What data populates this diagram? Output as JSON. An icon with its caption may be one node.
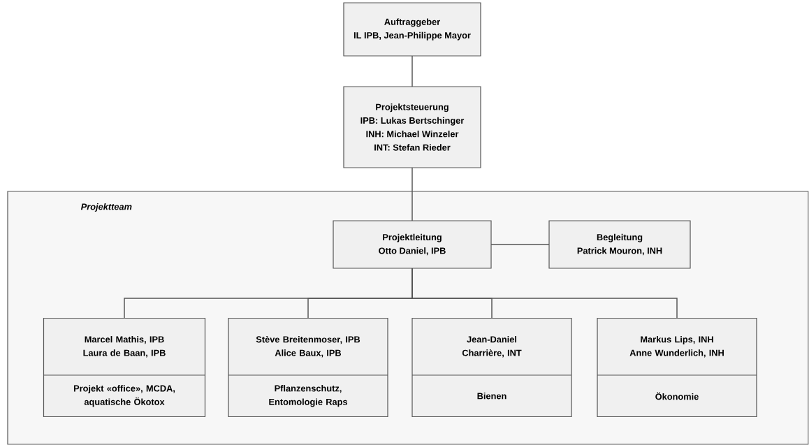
{
  "diagram": {
    "nodes": [
      {
        "text": [
          "Auftraggeber",
          "IL IPB, Jean-Philippe Mayor"
        ]
      },
      {
        "text": [
          "Projektsteuerung",
          "IPB: Lukas Bertschinger",
          "INH: Michael Winzeler",
          "INT: Stefan Rieder"
        ]
      },
      {
        "text": [
          "Projektteam"
        ]
      },
      {
        "text": [
          "Projektleitung",
          "Otto Daniel, IPB"
        ],
        "in": 2
      },
      {
        "text": [
          "Begleitung",
          "Patrick Mouron, INH"
        ],
        "in": 2
      },
      {
        "text": [
          "Marcel Mathis, IPB",
          "Laura de Baan, IPB",
          "Projekt «office», MCDA, aquatische Ökotox"
        ],
        "in": 2
      },
      {
        "text": [
          "Stève Breitenmoser, IPB",
          "Alice Baux, IPB",
          "Pflanzenschutz, Entomologie Raps"
        ],
        "in": 2
      },
      {
        "text": [
          "Jean-Daniel Charrière, INT",
          "Bienen"
        ],
        "in": 2
      },
      {
        "text": [
          "Markus Lips, INH",
          "Anne Wunderlich, INH",
          "Ökonomie"
        ],
        "in": 2
      }
    ],
    "edges": [
      {
        "from": 0,
        "to": 1,
        "arrow": "none"
      },
      {
        "from": 1,
        "to": 3,
        "arrow": "none"
      },
      {
        "from": 3,
        "to": 4,
        "arrow": "none"
      },
      {
        "from": 3,
        "to": 5,
        "arrow": "none"
      },
      {
        "from": 3,
        "to": 6,
        "arrow": "none"
      },
      {
        "from": 3,
        "to": 7,
        "arrow": "none"
      },
      {
        "from": 3,
        "to": 8,
        "arrow": "none"
      }
    ]
  }
}
